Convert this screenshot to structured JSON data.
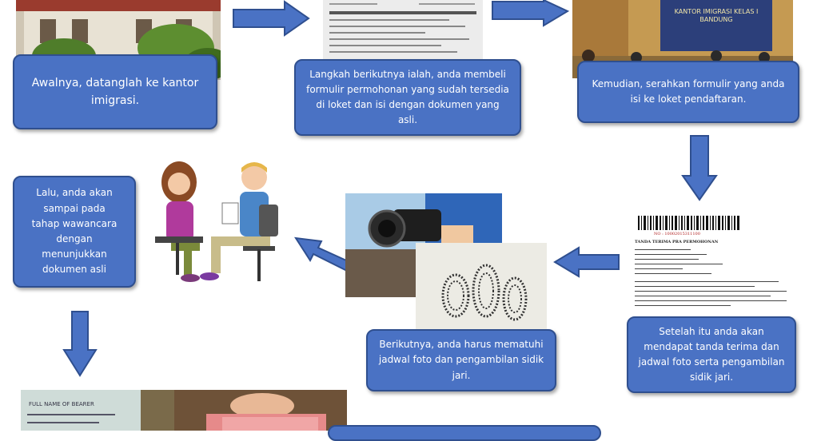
{
  "steps": {
    "s1": "Awalnya, datanglah ke kantor imigrasi.",
    "s2": "Langkah berikutnya ialah, anda membeli formulir permohonan yang sudah tersedia di loket dan isi dengan dokumen yang asli.",
    "s3": "Kemudian, serahkan formulir yang anda isi ke loket pendaftaran.",
    "s4": "Setelah itu anda akan mendapat tanda terima dan jadwal foto serta pengambilan sidik jari.",
    "s5": "Berikutnya, anda harus mematuhi jadwal foto dan pengambilan sidik jari.",
    "s6": "Lalu, anda akan sampai pada tahap wawancara dengan menunjukkan dokumen asli"
  },
  "photos": {
    "office_sign_line1": "KANTOR IMIGRASI KELAS I",
    "office_sign_line2": "BANDUNG",
    "receipt_title": "TANDA TERIMA PRA PERMOHONAN",
    "receipt_no": "NO : 10002015311100",
    "passport_label": "FULL NAME OF BEARER"
  },
  "colors": {
    "box": "#4a72c4",
    "box_border": "#2f4f8f",
    "arrow": "#4a72c4"
  }
}
